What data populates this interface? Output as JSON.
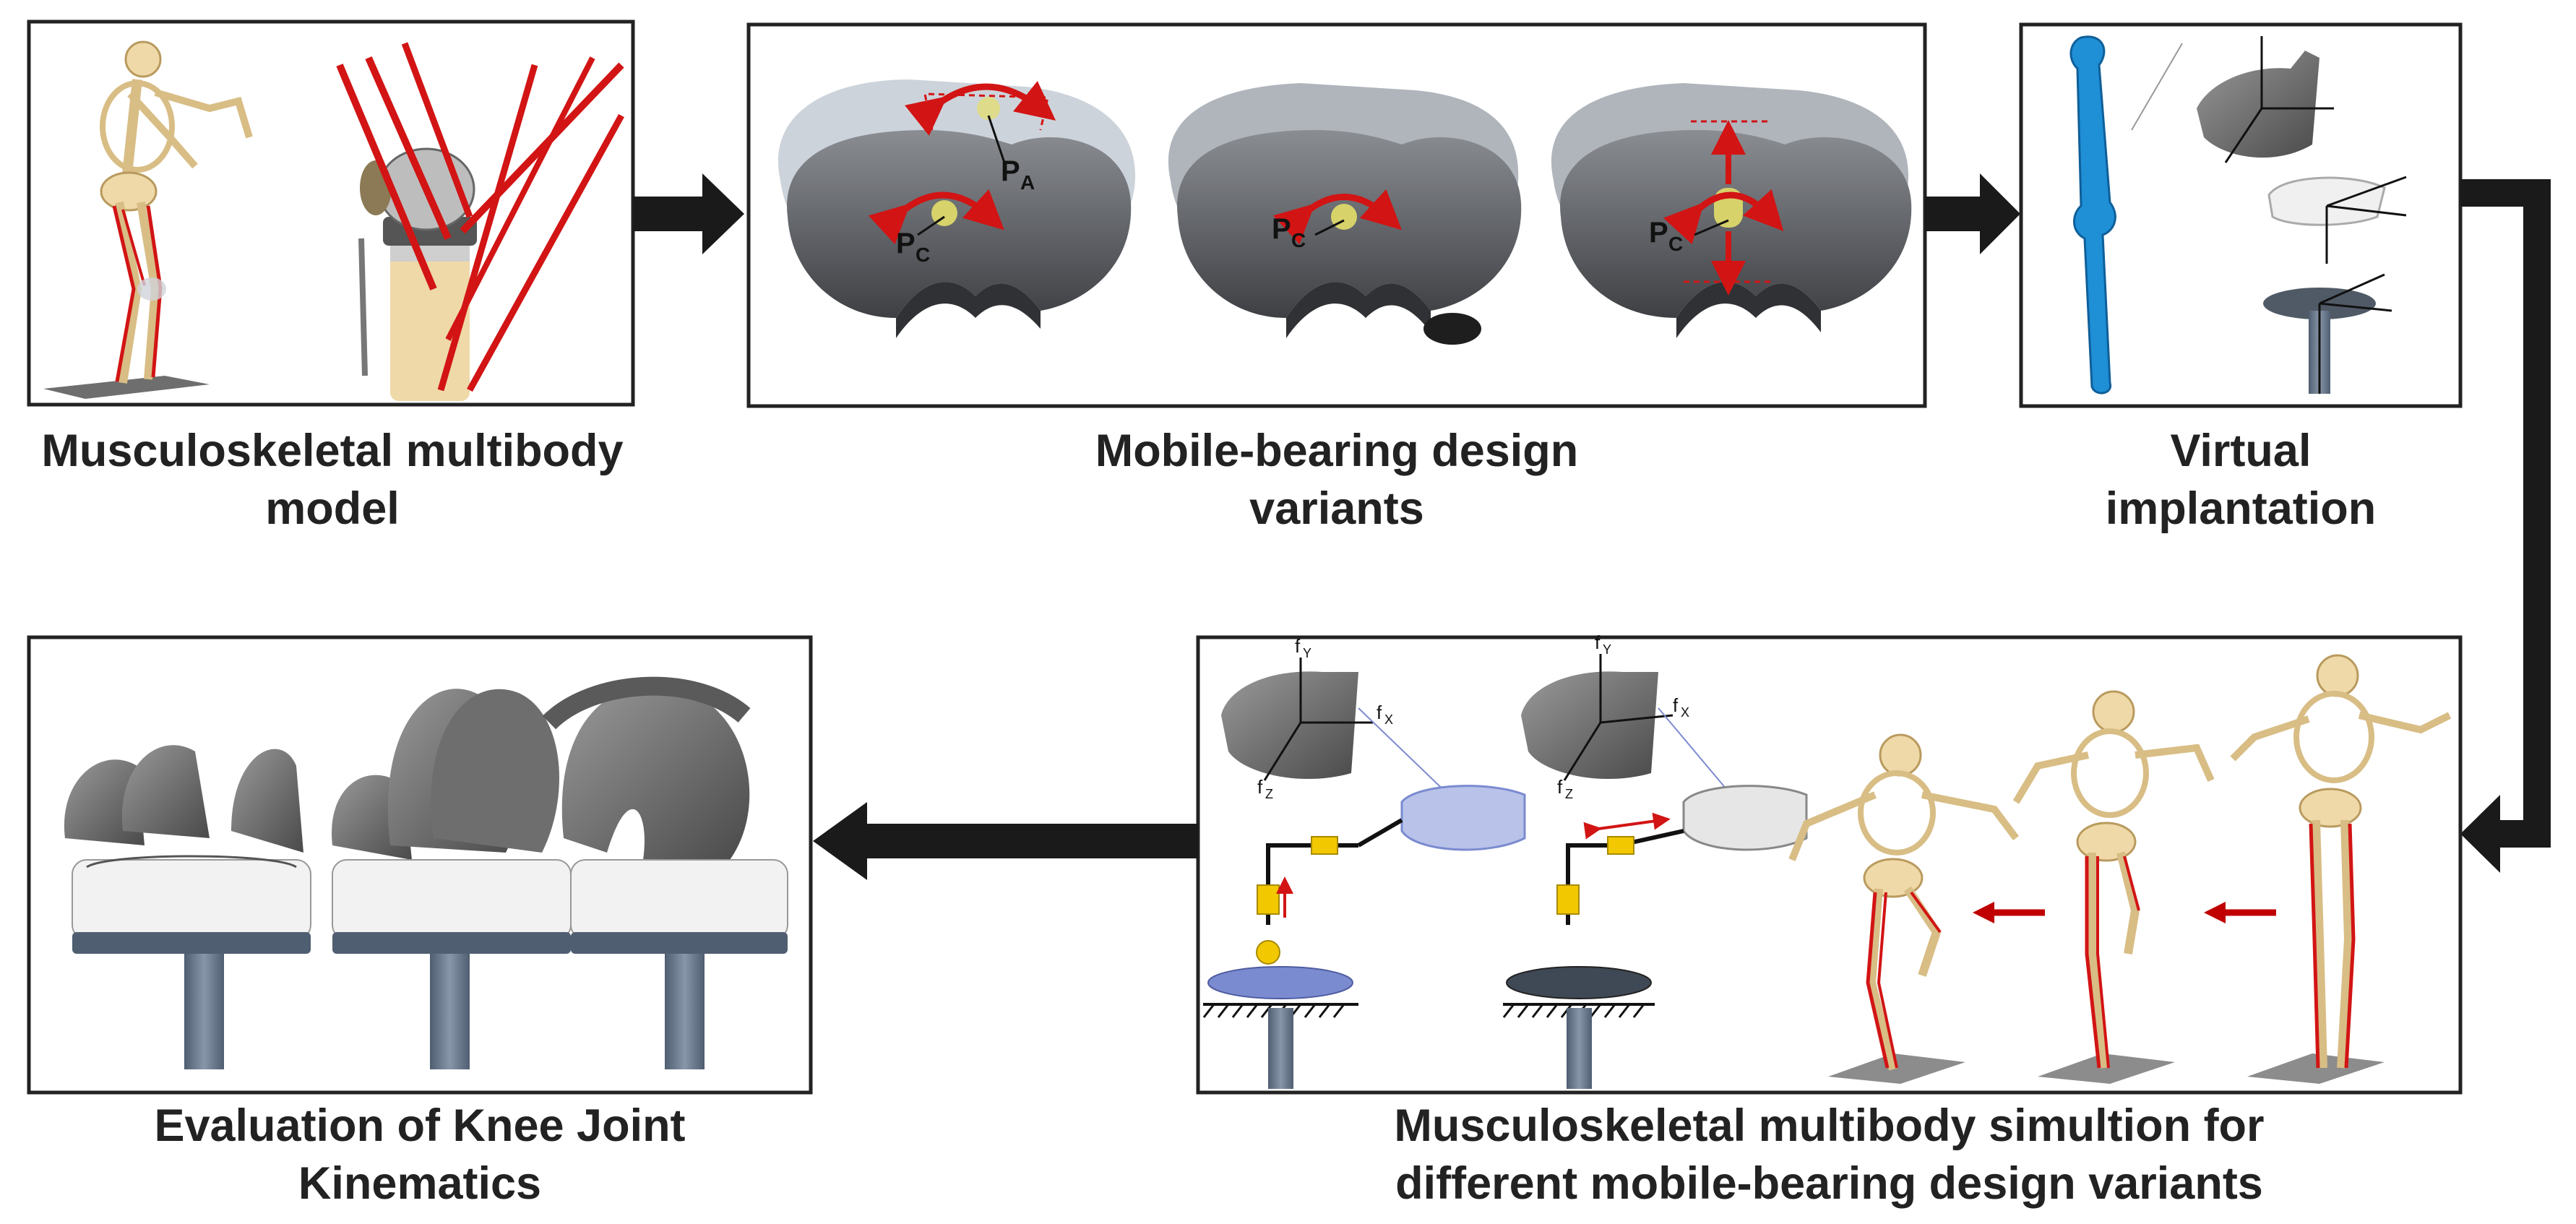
{
  "panels": {
    "musculoskeletal_model": {
      "caption_line1": "Musculoskeletal multibody",
      "caption_line2": "model"
    },
    "design_variants": {
      "caption_line1": "Mobile-bearing design",
      "caption_line2": "variants",
      "point_labels": [
        "P",
        "P",
        "P",
        "P"
      ],
      "subscripts": [
        "A",
        "C",
        "C",
        "C"
      ]
    },
    "virtual_implantation": {
      "caption_line1": "Virtual",
      "caption_line2": "implantation"
    },
    "simulation": {
      "caption_line1": "Musculoskeletal multibody simultion for",
      "caption_line2": "different mobile-bearing design variants",
      "axis_labels": [
        "f",
        "f",
        "f",
        "f",
        "f",
        "f"
      ],
      "axis_subscripts": [
        "Y",
        "X",
        "Z",
        "Y",
        "X",
        "Z"
      ]
    },
    "evaluation": {
      "caption_line1": "Evaluation of Knee Joint",
      "caption_line2": "Kinematics"
    }
  },
  "colors": {
    "border": "#222222",
    "arrow": "#1a1a1a",
    "muscle": "#d21414",
    "bone": "#efd9a8",
    "bearing": "#5c5f63",
    "femur_blue": "#1f8fd6",
    "yellow": "#f2c800",
    "implant_blue": "#7b8bd0"
  }
}
